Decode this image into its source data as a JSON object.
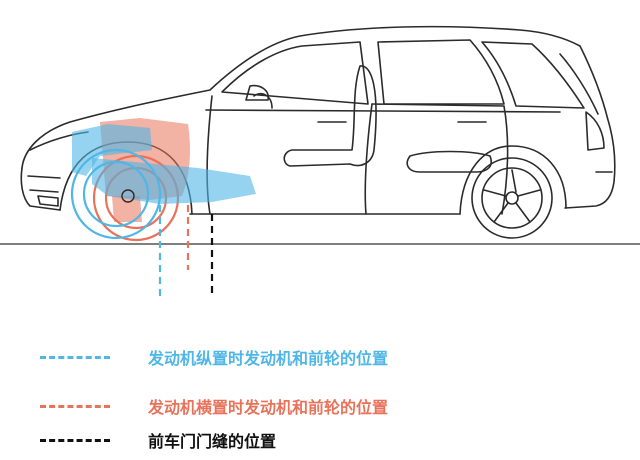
{
  "colors": {
    "longitudinal": "#4fb6e6",
    "transverse": "#e8725a",
    "door_gap": "#111111",
    "outline": "#2b2b2b",
    "ground": "#555555"
  },
  "legend": [
    {
      "id": "longitudinal",
      "label": "发动机纵置时发动机和前轮的位置",
      "color_key": "longitudinal"
    },
    {
      "id": "transverse",
      "label": "发动机横置时发动机和前轮的位置",
      "color_key": "transverse"
    },
    {
      "id": "door_gap",
      "label": "前车门门缝的位置",
      "color_key": "door_gap"
    }
  ],
  "icons": [
    "car-side-outline-icon"
  ]
}
